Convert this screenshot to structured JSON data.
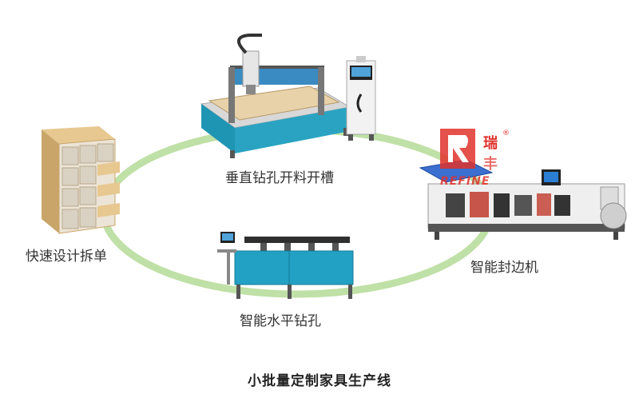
{
  "labels": {
    "cnc": "垂直钻孔开料开槽",
    "cabinet": "快速设计拆单",
    "edge": "智能封边机",
    "drill": "智能水平钻孔"
  },
  "caption": "小批量定制家具生产线",
  "logo": {
    "mark": "瑞",
    "mark2": "丰",
    "registered": "®",
    "latin": "REFINE"
  },
  "colors": {
    "ring": "#b9dc9e",
    "teal": "#1e97b6",
    "logo_red": "#e0322c"
  }
}
